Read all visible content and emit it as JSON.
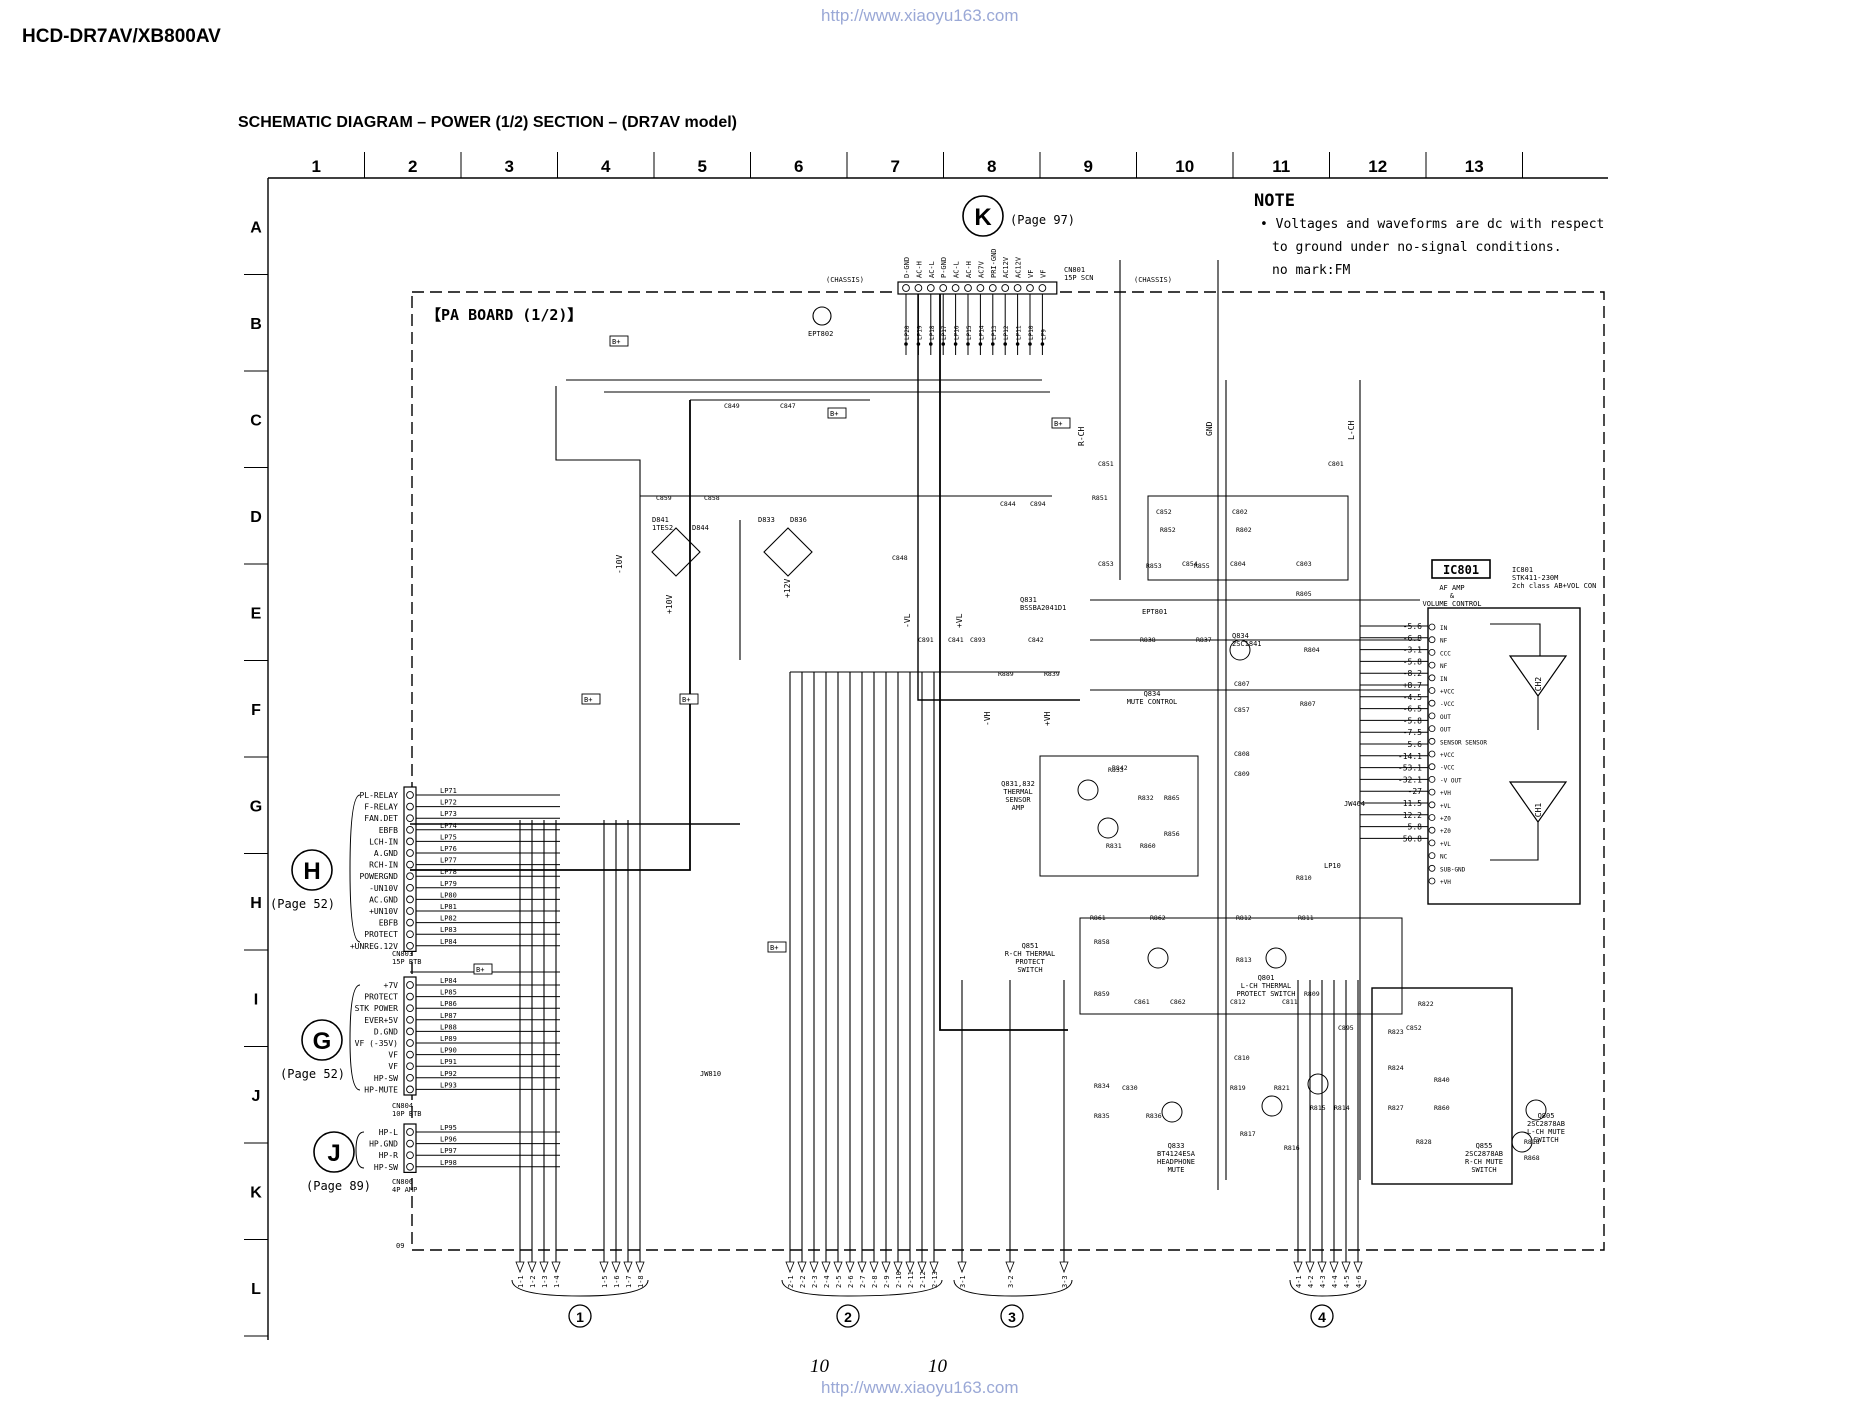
{
  "header": {
    "doc_id": "HCD-DR7AV/XB800AV",
    "url_top": "http://www.xiaoyu163.com",
    "url_bottom": "http://www.xiaoyu163.com",
    "title": "SCHEMATIC DIAGRAM – POWER (1/2) SECTION – (DR7AV model)"
  },
  "footer": {
    "page_left": "10",
    "page_right": "10"
  },
  "grid": {
    "columns": [
      "1",
      "2",
      "3",
      "4",
      "5",
      "6",
      "7",
      "8",
      "9",
      "10",
      "11",
      "12",
      "13"
    ],
    "rows": [
      "A",
      "B",
      "C",
      "D",
      "E",
      "F",
      "G",
      "H",
      "I",
      "J",
      "K",
      "L"
    ]
  },
  "board_label": "【PA BOARD (1/2)】",
  "note": {
    "heading": "NOTE",
    "lines": [
      "• Voltages and waveforms are dc with respect",
      "to ground under no-signal conditions.",
      "no mark:FM"
    ]
  },
  "connectors": {
    "K": {
      "letter": "K",
      "page": "(Page 97)"
    },
    "H": {
      "letter": "H",
      "page": "(Page 52)",
      "cn": "CN803",
      "cn_desc": "15P BTB",
      "pins": [
        "PL-RELAY",
        "F-RELAY",
        "FAN.DET",
        "EBFB",
        "LCH-IN",
        "A.GND",
        "RCH-IN",
        "POWERGND",
        "-UN10V",
        "AC.GND",
        "+UN10V",
        "EBFB",
        "PROTECT",
        "+UNREG.12V"
      ]
    },
    "G": {
      "letter": "G",
      "page": "(Page 52)",
      "cn": "CN804",
      "cn_desc": "10P BTB",
      "pins": [
        "+7V",
        "PROTECT",
        "STK POWER",
        "EVER+5V",
        "D.GND",
        "VF (-35V)",
        "VF",
        "VF",
        "HP-SW",
        "HP-MUTE"
      ]
    },
    "J": {
      "letter": "J",
      "page": "(Page 89)",
      "cn": "CN806",
      "cn_desc": "4P AMP",
      "pins": [
        "HP-L",
        "HP.GND",
        "HP-R",
        "HP-SW"
      ]
    },
    "CN801": {
      "cn": "CN801",
      "cn_desc": "15P SCN",
      "pins": [
        "D-GND",
        "AC-H",
        "AC-L",
        "P-GND",
        "AC-L",
        "AC-H",
        "AC7V",
        "PRI-GND",
        "AC12V",
        "AC12V",
        "VF",
        "VF"
      ]
    }
  },
  "labels": {
    "chassis": "(CHASSIS)",
    "ic801_box": "IC801",
    "ic801_desc": [
      "IC801",
      "STK411-230M",
      "2ch class AB+VOL CON"
    ],
    "ic801_func": [
      "AF AMP",
      "&",
      "VOLUME CONTROL"
    ],
    "ch1": "CH1",
    "ch2": "CH2",
    "r_ch": "R-CH",
    "l_ch": "L-CH",
    "gnd": "GND",
    "minus10v": "-10V",
    "plus10v": "+10V",
    "plus12v": "+12V",
    "minus_vl": "-VL",
    "plus_vl": "+VL",
    "minus_vh": "-VH",
    "plus_vh": "+VH",
    "bplus": "B+",
    "mute_control": [
      "Q834",
      "MUTE CONTROL"
    ],
    "thermal": [
      "Q831,832",
      "THERMAL",
      "SENSOR",
      "AMP"
    ],
    "rch_thermal": [
      "Q851",
      "R-CH THERMAL",
      "PROTECT",
      "SWITCH"
    ],
    "lch_thermal": [
      "Q801",
      "L-CH THERMAL",
      "PROTECT SWITCH"
    ],
    "headphone_mute": [
      "Q833",
      "BT4124ESA",
      "HEADPHONE",
      "MUTE"
    ],
    "rch_mute": [
      "Q855",
      "2SC2878AB",
      "R-CH MUTE",
      "SWITCH"
    ],
    "lch_mute": [
      "Q805",
      "2SC2878AB",
      "L-CH MUTE",
      "SWITCH"
    ],
    "lp10": "LP10",
    "jw810": "JW810",
    "jw464": "JW464",
    "ept802": "EPT802",
    "ept801": "EPT801",
    "q831b": "Q831",
    "q831_part": "BSSBA2041D1",
    "cn_bottom": "09"
  },
  "ic_pins": [
    "-5.6",
    "-6.8",
    "-3.1",
    "-5.8",
    "-8.2",
    "+8.7",
    "-4.5",
    "-6.5",
    "-5.8",
    "-7.5",
    "5.6",
    "-14.1",
    "-53.1",
    "-32.1",
    "-27",
    "11.5",
    "12.2",
    "5.8",
    "50.8"
  ],
  "ic_pin_names": [
    "IN",
    "NF",
    "CCC",
    "NF",
    "IN",
    "+VCC",
    "-VCC",
    "OUT",
    "OUT",
    "SENSOR SENSOR",
    "+VCC",
    "-VCC",
    "-V OUT",
    "+VH",
    "+VL",
    "+Z0",
    "+Z0",
    "+VL",
    "NC",
    "SUB-GND",
    "+VH"
  ],
  "bus_groups": [
    "1",
    "2",
    "3",
    "4"
  ],
  "bus_labels": {
    "1": [
      "1-1",
      "1-2",
      "1-3",
      "1-4",
      "1-5",
      "1-6",
      "1-7",
      "1-8"
    ],
    "2": [
      "2-1",
      "2-2",
      "2-3",
      "2-4",
      "2-5",
      "2-6",
      "2-7",
      "2-8",
      "2-9",
      "2-10",
      "2-11",
      "2-12",
      "2-13"
    ],
    "3": [
      "3-1",
      "3-2",
      "3-3"
    ],
    "4": [
      "4-1",
      "4-2",
      "4-3",
      "4-4",
      "4-5",
      "4-6"
    ]
  }
}
